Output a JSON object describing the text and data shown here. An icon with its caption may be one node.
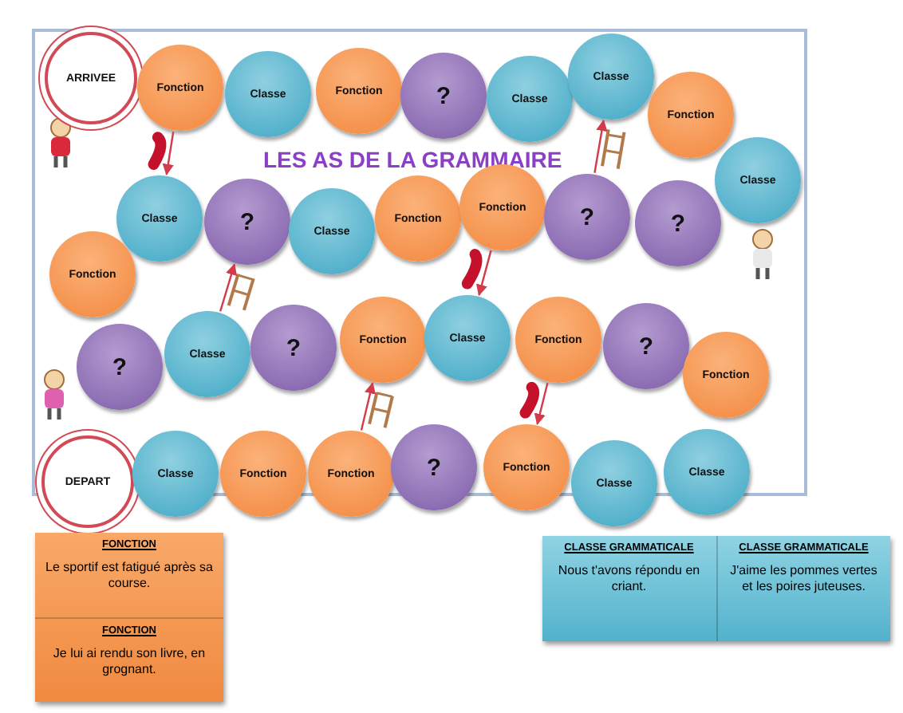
{
  "diagram": {
    "title": "LES AS DE LA GRAMMAIRE",
    "nodes": [
      {
        "text": [
          "ARRIVEE"
        ]
      },
      {
        "text": [
          "Fonction"
        ]
      },
      {
        "text": [
          "Classe"
        ]
      },
      {
        "text": [
          "Fonction"
        ]
      },
      {
        "text": [
          "?"
        ]
      },
      {
        "text": [
          "Classe"
        ]
      },
      {
        "text": [
          "Classe"
        ]
      },
      {
        "text": [
          "Fonction"
        ]
      },
      {
        "text": [
          "Classe"
        ]
      },
      {
        "text": [
          "?"
        ]
      },
      {
        "text": [
          "Classe"
        ]
      },
      {
        "text": [
          "Fonction"
        ]
      },
      {
        "text": [
          "Fonction"
        ]
      },
      {
        "text": [
          "?"
        ]
      },
      {
        "text": [
          "?"
        ]
      },
      {
        "text": [
          "Classe"
        ]
      },
      {
        "text": [
          "Fonction"
        ]
      },
      {
        "text": [
          "?"
        ]
      },
      {
        "text": [
          "Classe"
        ]
      },
      {
        "text": [
          "?"
        ]
      },
      {
        "text": [
          "Fonction"
        ]
      },
      {
        "text": [
          "Classe"
        ]
      },
      {
        "text": [
          "Fonction"
        ]
      },
      {
        "text": [
          "?"
        ]
      },
      {
        "text": [
          "Fonction"
        ]
      },
      {
        "text": [
          "DEPART"
        ]
      },
      {
        "text": [
          "Classe"
        ]
      },
      {
        "text": [
          "Fonction"
        ]
      },
      {
        "text": [
          "Fonction"
        ]
      },
      {
        "text": [
          "?"
        ]
      },
      {
        "text": [
          "Fonction"
        ]
      },
      {
        "text": [
          "Classe"
        ]
      },
      {
        "text": [
          "Classe"
        ]
      },
      {
        "text": [
          "FONCTION",
          "Le sportif est fatigué après sa course."
        ]
      },
      {
        "text": [
          "FONCTION",
          "Je lui ai rendu son livre, en grognant."
        ]
      },
      {
        "text": [
          "CLASSE GRAMMATICALE",
          "Nous t'avons répondu en criant."
        ]
      },
      {
        "text": [
          "CLASSE GRAMMATICALE",
          "J'aime les pommes vertes et les poires juteuses."
        ]
      }
    ],
    "edges": [
      {
        "from": 1,
        "to": 8,
        "arrow": "to"
      },
      {
        "from": 18,
        "to": 9,
        "arrow": "to"
      },
      {
        "from": 28,
        "to": 20,
        "arrow": "to"
      },
      {
        "from": 13,
        "to": 6,
        "arrow": "to"
      },
      {
        "from": 12,
        "to": 21,
        "arrow": "to"
      },
      {
        "from": 22,
        "to": 30,
        "arrow": "to"
      }
    ]
  }
}
